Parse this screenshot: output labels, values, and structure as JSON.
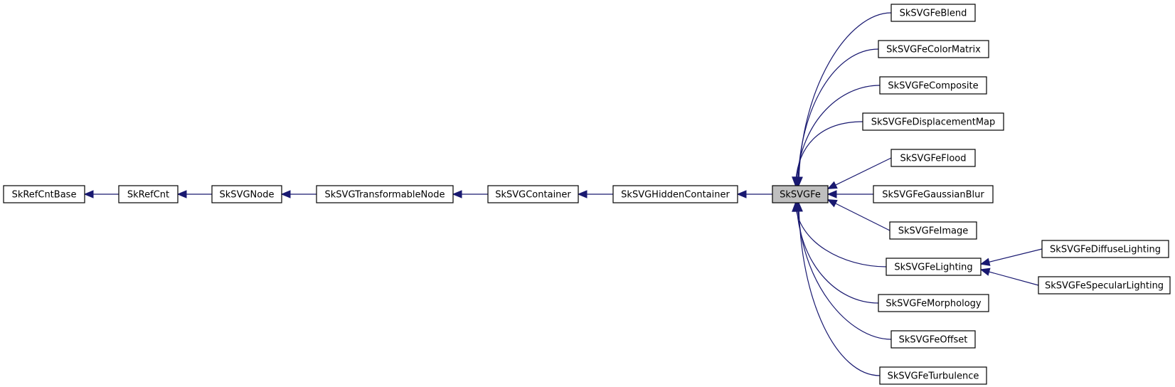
{
  "diagram": {
    "colors": {
      "edge": "#191970",
      "box_stroke": "#000000",
      "highlight_fill": "#bfbfbf",
      "background": "#ffffff"
    },
    "nodes": [
      {
        "id": "refcntbase",
        "label": "SkRefCntBase",
        "highlighted": false
      },
      {
        "id": "refcnt",
        "label": "SkRefCnt",
        "highlighted": false
      },
      {
        "id": "svgnode",
        "label": "SkSVGNode",
        "highlighted": false
      },
      {
        "id": "transformable",
        "label": "SkSVGTransformableNode",
        "highlighted": false
      },
      {
        "id": "container",
        "label": "SkSVGContainer",
        "highlighted": false
      },
      {
        "id": "hidden",
        "label": "SkSVGHiddenContainer",
        "highlighted": false
      },
      {
        "id": "fe",
        "label": "SkSVGFe",
        "highlighted": true
      },
      {
        "id": "blend",
        "label": "SkSVGFeBlend",
        "highlighted": false
      },
      {
        "id": "colormatrix",
        "label": "SkSVGFeColorMatrix",
        "highlighted": false
      },
      {
        "id": "composite",
        "label": "SkSVGFeComposite",
        "highlighted": false
      },
      {
        "id": "displacement",
        "label": "SkSVGFeDisplacementMap",
        "highlighted": false
      },
      {
        "id": "flood",
        "label": "SkSVGFeFlood",
        "highlighted": false
      },
      {
        "id": "gaussian",
        "label": "SkSVGFeGaussianBlur",
        "highlighted": false
      },
      {
        "id": "image",
        "label": "SkSVGFeImage",
        "highlighted": false
      },
      {
        "id": "lighting",
        "label": "SkSVGFeLighting",
        "highlighted": false
      },
      {
        "id": "morphology",
        "label": "SkSVGFeMorphology",
        "highlighted": false
      },
      {
        "id": "offset",
        "label": "SkSVGFeOffset",
        "highlighted": false
      },
      {
        "id": "turbulence",
        "label": "SkSVGFeTurbulence",
        "highlighted": false
      },
      {
        "id": "diffuse",
        "label": "SkSVGFeDiffuseLighting",
        "highlighted": false
      },
      {
        "id": "specular",
        "label": "SkSVGFeSpecularLighting",
        "highlighted": false
      }
    ],
    "edges": [
      {
        "parent": "refcntbase",
        "child": "refcnt"
      },
      {
        "parent": "refcnt",
        "child": "svgnode"
      },
      {
        "parent": "svgnode",
        "child": "transformable"
      },
      {
        "parent": "transformable",
        "child": "container"
      },
      {
        "parent": "container",
        "child": "hidden"
      },
      {
        "parent": "hidden",
        "child": "fe"
      },
      {
        "parent": "fe",
        "child": "blend"
      },
      {
        "parent": "fe",
        "child": "colormatrix"
      },
      {
        "parent": "fe",
        "child": "composite"
      },
      {
        "parent": "fe",
        "child": "displacement"
      },
      {
        "parent": "fe",
        "child": "flood"
      },
      {
        "parent": "fe",
        "child": "gaussian"
      },
      {
        "parent": "fe",
        "child": "image"
      },
      {
        "parent": "fe",
        "child": "lighting"
      },
      {
        "parent": "fe",
        "child": "morphology"
      },
      {
        "parent": "fe",
        "child": "offset"
      },
      {
        "parent": "fe",
        "child": "turbulence"
      },
      {
        "parent": "lighting",
        "child": "diffuse"
      },
      {
        "parent": "lighting",
        "child": "specular"
      }
    ]
  }
}
